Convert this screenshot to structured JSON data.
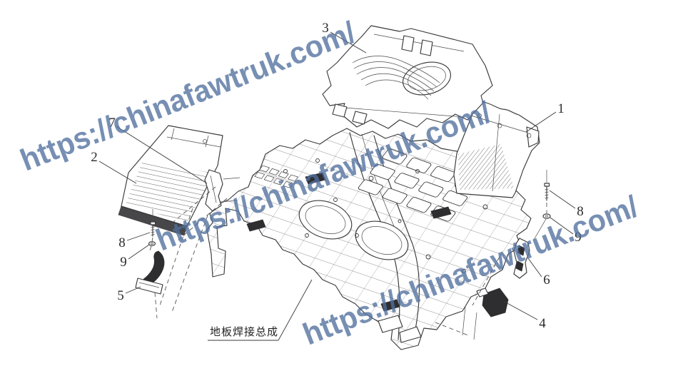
{
  "diagram": {
    "assembly_label": "地板焊接总成",
    "line_color": "#3a3a3c",
    "background": "#ffffff",
    "callouts": {
      "n1": "1",
      "n2": "2",
      "n3": "3",
      "n4": "4",
      "n5": "5",
      "n6": "6",
      "n7": "7",
      "n8_left": "8",
      "n9_left": "9",
      "n8_right": "8",
      "n9_right": "9"
    }
  },
  "watermark": {
    "text": "https://chinafawtruk.com/",
    "color": "#51709e"
  }
}
